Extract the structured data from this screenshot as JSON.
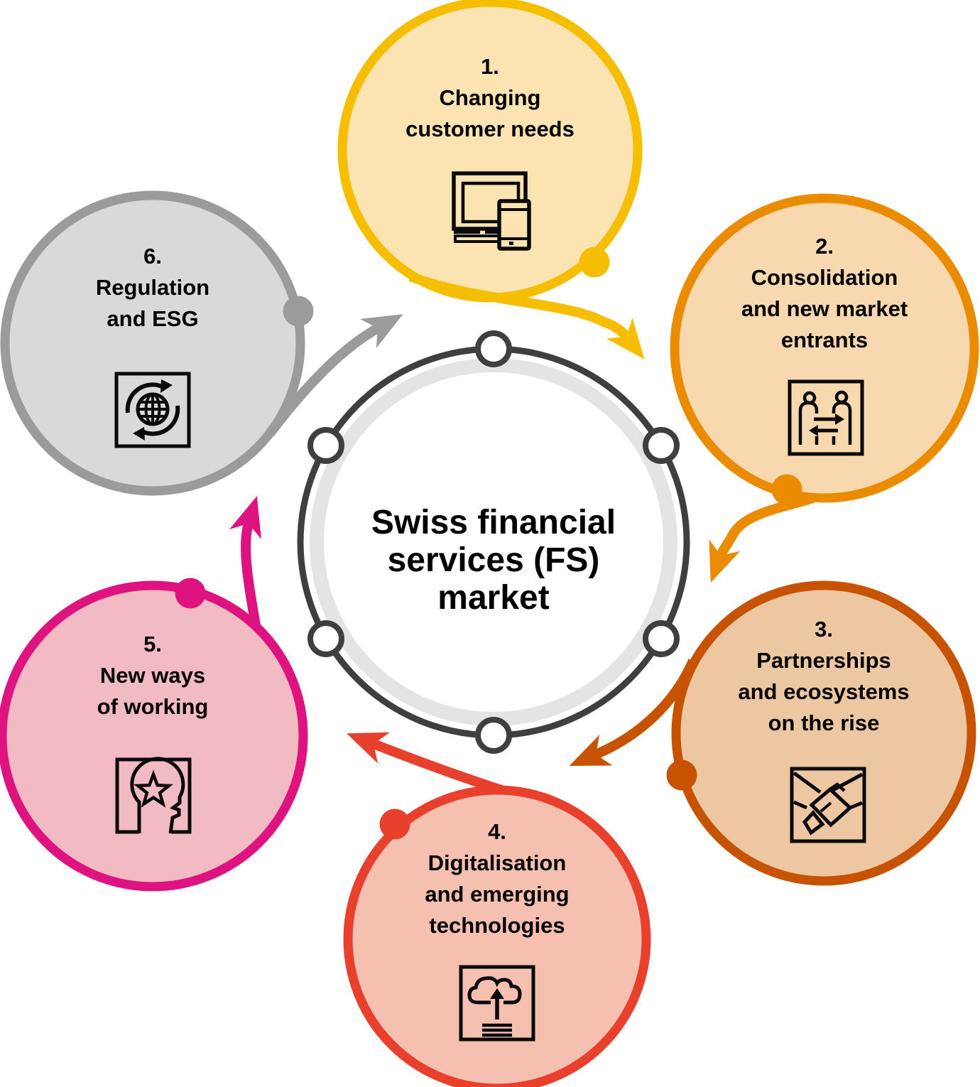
{
  "title": "Swiss financial services (FS) market cycle diagram",
  "center": {
    "lines": [
      "Swiss financial",
      "services (FS)",
      "market"
    ],
    "outline_color": "#3F3F3F",
    "band_color": "#E4E4E4",
    "node_fill": "#FFFFFF",
    "text_color": "#000000"
  },
  "circles": [
    {
      "lines": [
        "1.",
        "Changing",
        "customer needs"
      ],
      "icon": "devices-icon",
      "border_color": "#F5BE00",
      "fill_color": "#FBE3B2"
    },
    {
      "lines": [
        "2.",
        "Consolidation",
        "and new market",
        "entrants"
      ],
      "icon": "people-exchange-icon",
      "border_color": "#EB8C00",
      "fill_color": "#F8D8AE"
    },
    {
      "lines": [
        "3.",
        "Partnerships",
        "and ecosystems",
        "on the rise"
      ],
      "icon": "handshake-icon",
      "border_color": "#C75300",
      "fill_color": "#EDC7A2"
    },
    {
      "lines": [
        "4.",
        "Digitalisation",
        "and emerging",
        "technologies"
      ],
      "icon": "cloud-upload-icon",
      "border_color": "#E8402D",
      "fill_color": "#F6C0B1"
    },
    {
      "lines": [
        "5.",
        "New ways",
        "of working"
      ],
      "icon": "head-star-icon",
      "border_color": "#DE1380",
      "fill_color": "#F2BAC3"
    },
    {
      "lines": [
        "6.",
        "Regulation",
        "and ESG"
      ],
      "icon": "globe-sync-icon",
      "border_color": "#9B9B9B",
      "fill_color": "#D9D9D9"
    }
  ]
}
